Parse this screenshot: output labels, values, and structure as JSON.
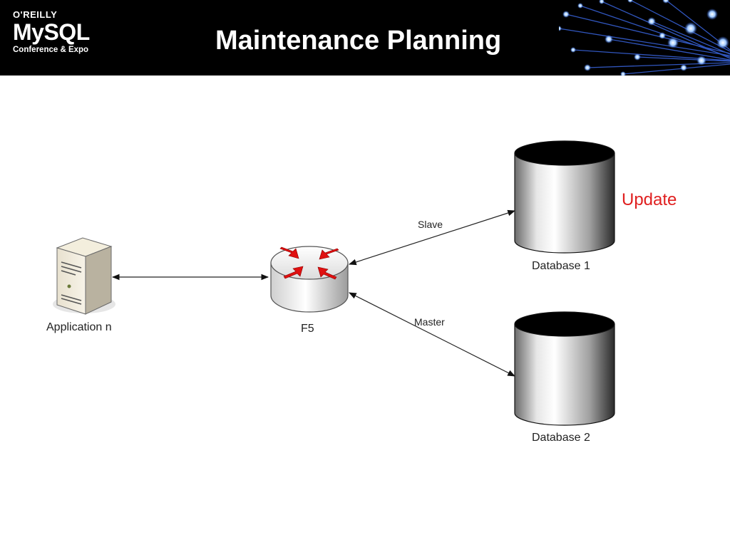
{
  "header": {
    "logo": {
      "publisher": "O'REILLY",
      "product": "MySQL",
      "event": "Conference & Expo"
    },
    "title": "Maintenance Planning"
  },
  "diagram": {
    "nodes": {
      "application": {
        "label": "Application n",
        "icon": "server-icon"
      },
      "load_balancer": {
        "label": "F5",
        "icon": "router-icon"
      },
      "database_1": {
        "label": "Database 1",
        "icon": "database-icon",
        "annotation": "Update"
      },
      "database_2": {
        "label": "Database 2",
        "icon": "database-icon"
      }
    },
    "edges": {
      "app_to_f5": {
        "label": ""
      },
      "f5_to_db1": {
        "label": "Slave"
      },
      "f5_to_db2": {
        "label": "Master"
      }
    }
  },
  "colors": {
    "header_bg": "#000000",
    "annotation": "#e02020",
    "router_arrows": "#e01010"
  }
}
